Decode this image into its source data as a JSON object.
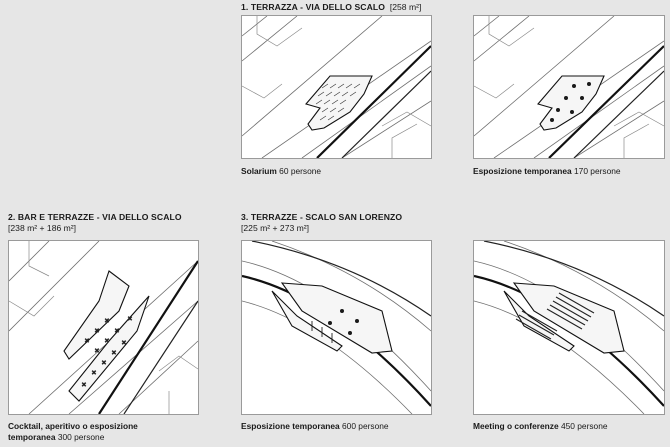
{
  "sections": {
    "s1": {
      "title": "1. TERRAZZA - VIA DELLO SCALO",
      "area": "[258 m²]"
    },
    "s2": {
      "title": "2. BAR E TERRAZZE - VIA DELLO SCALO",
      "area": "[238 m² + 186 m²]"
    },
    "s3": {
      "title": "3. TERRAZZE - SCALO SAN LORENZO",
      "area": "[225 m² + 273 m²]"
    }
  },
  "panels": {
    "p1": {
      "label": "Solarium",
      "capacity": "60 persone"
    },
    "p2": {
      "label": "Esposizione temporanea",
      "capacity": "170 persone"
    },
    "p3": {
      "label_line1": "Cocktail, aperitivo o esposizione",
      "label_line2": "temporanea",
      "capacity": "300 persone"
    },
    "p4": {
      "label": "Esposizione temporanea",
      "capacity": "600 persone"
    },
    "p5": {
      "label": "Meeting o conferenze",
      "capacity": "450 persone"
    }
  }
}
